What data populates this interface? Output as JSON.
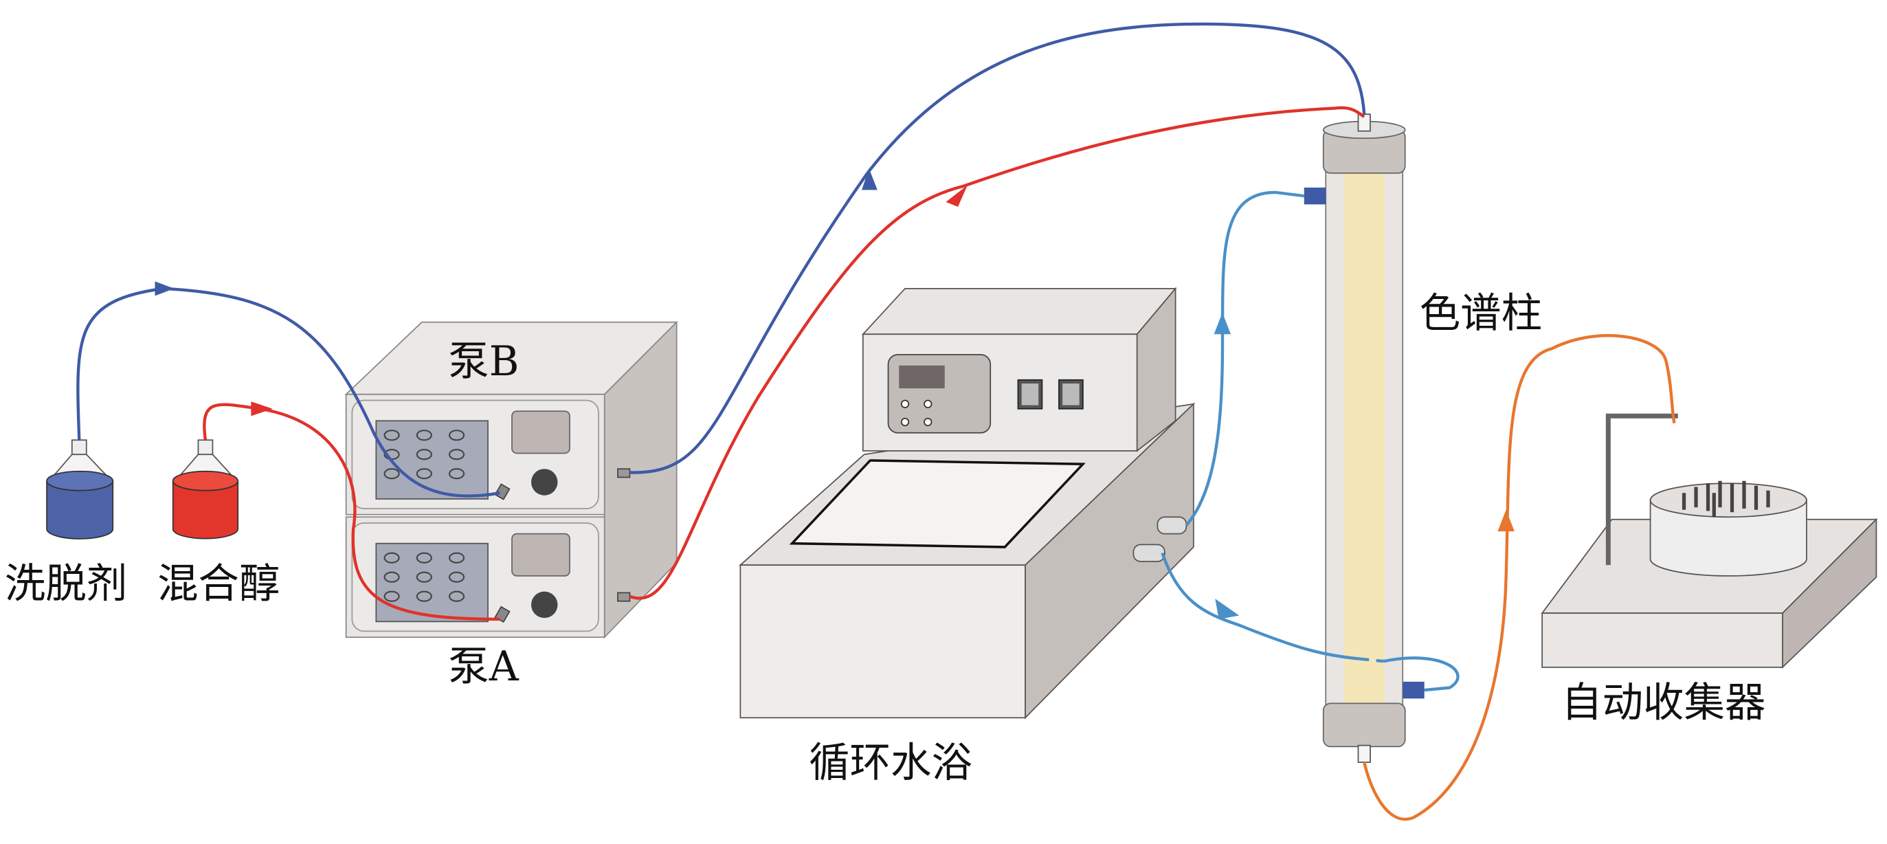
{
  "labels": {
    "eluent": "洗脱剂",
    "mixed_alcohol": "混合醇",
    "pump_b": "泵B",
    "pump_a": "泵A",
    "water_bath": "循环水浴",
    "column": "色谱柱",
    "collector": "自动收集器"
  },
  "colors": {
    "eluent_line": "#3f5aa6",
    "alcohol_line": "#e0322a",
    "water_line": "#4a90c8",
    "outlet_line": "#e8762e",
    "column_packing": "#f5e6b8"
  }
}
